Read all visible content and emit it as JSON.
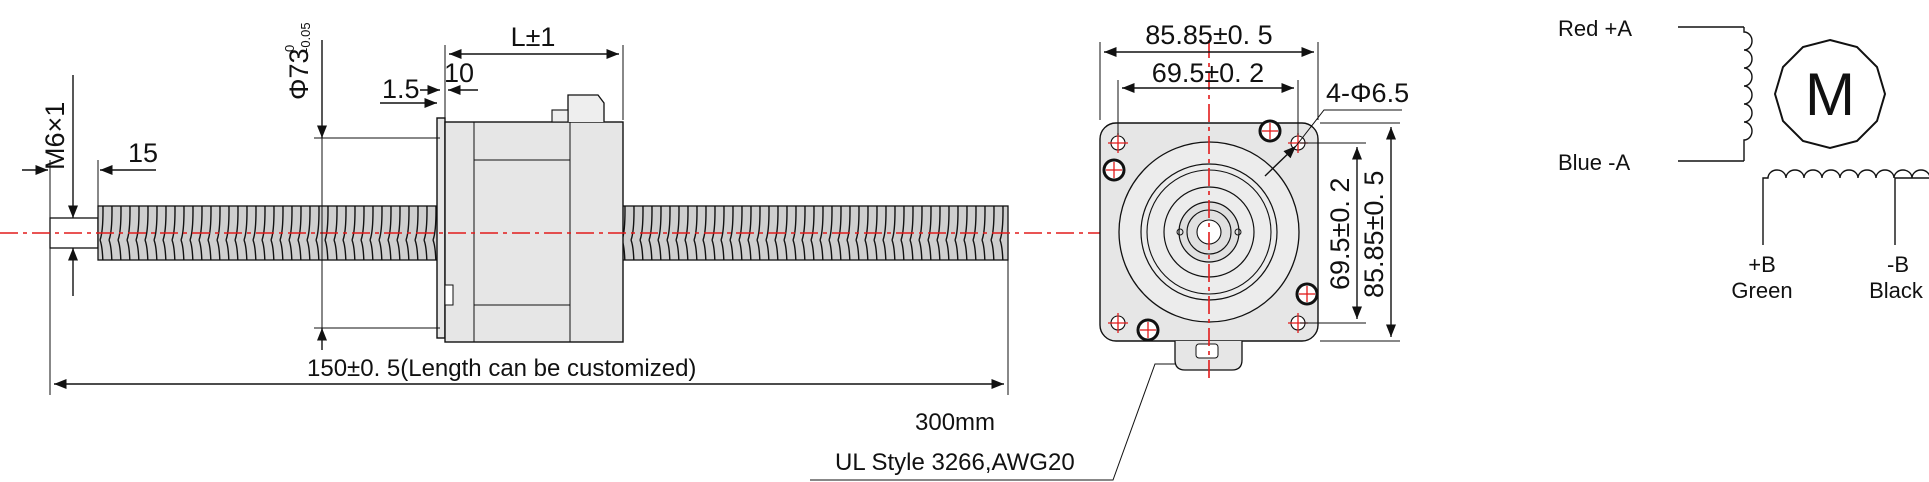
{
  "side_view": {
    "length_dim": "L±1",
    "diameter_dim": "Φ73",
    "diameter_tol_upper": "0",
    "diameter_tol_lower": "-0.05",
    "dim_1_5": "1.5",
    "dim_10": "10",
    "thread": "M6×1",
    "dim_15": "15",
    "length_custom": "150±0. 5(Length can be customized)"
  },
  "cable": {
    "length": "300mm",
    "spec": "UL Style 3266,AWG20"
  },
  "front_view": {
    "outer_width": "85.85±0. 5",
    "hole_spacing": "69.5±0. 2",
    "holes": "4-Φ6.5",
    "hole_spacing_v": "69.5±0. 2",
    "outer_height": "85.85±0. 5"
  },
  "wiring": {
    "red": "Red  +A",
    "blue": "Blue  -A",
    "plus_b": "+B",
    "green": "Green",
    "minus_b": "-B",
    "black": "Black",
    "motor": "M"
  }
}
